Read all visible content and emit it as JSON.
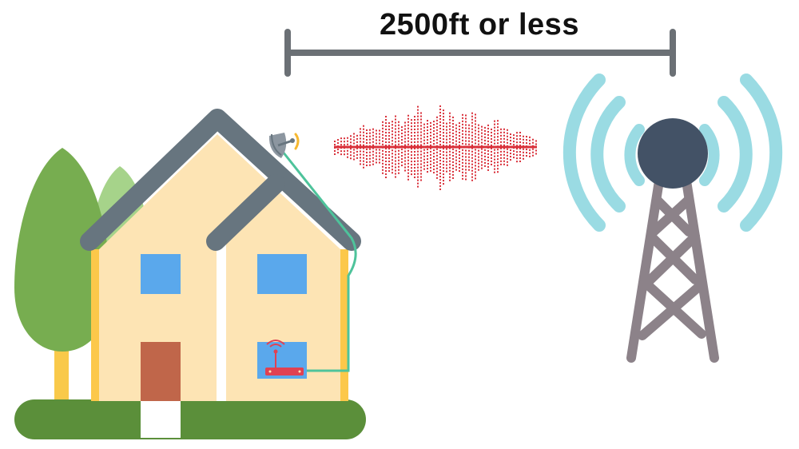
{
  "diagram": {
    "distance_label": "2500ft or less",
    "components": [
      {
        "name": "cell-tower",
        "description_visible": false
      },
      {
        "name": "signal-waveform"
      },
      {
        "name": "outdoor-antenna"
      },
      {
        "name": "house"
      },
      {
        "name": "indoor-booster"
      }
    ]
  },
  "colors": {
    "measure_bar": "#6b7075",
    "roof": "#67757f",
    "house_wall": "#fde4b4",
    "wall_edge": "#fcc84a",
    "window": "#5aa8ec",
    "door": "#c0664a",
    "grass": "#5b8f3a",
    "tree_dark": "#77ad50",
    "tree_light": "#a6d38a",
    "tree_trunk": "#f9c94a",
    "cable": "#4ec39b",
    "signal_wave": "#d9303a",
    "radio_arcs": "#9adbe3",
    "tower_body": "#8c8289",
    "tower_head": "#435266",
    "booster_red": "#e04152"
  }
}
